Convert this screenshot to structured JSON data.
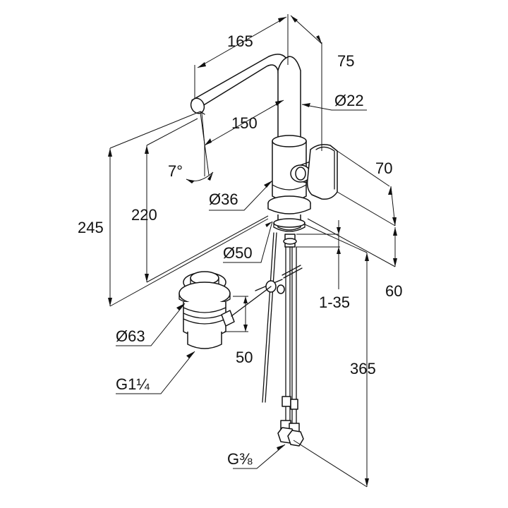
{
  "dimensions": {
    "d165": "165",
    "d75": "75",
    "d22": "Ø22",
    "d150": "150",
    "d7": "7°",
    "d70": "70",
    "d36": "Ø36",
    "d245": "245",
    "d220": "220",
    "d50dia": "Ø50",
    "d60": "60",
    "d1_35": "1-35",
    "d63": "Ø63",
    "d50": "50",
    "d365": "365",
    "g114": "G1¼",
    "g38": "G⅜"
  }
}
